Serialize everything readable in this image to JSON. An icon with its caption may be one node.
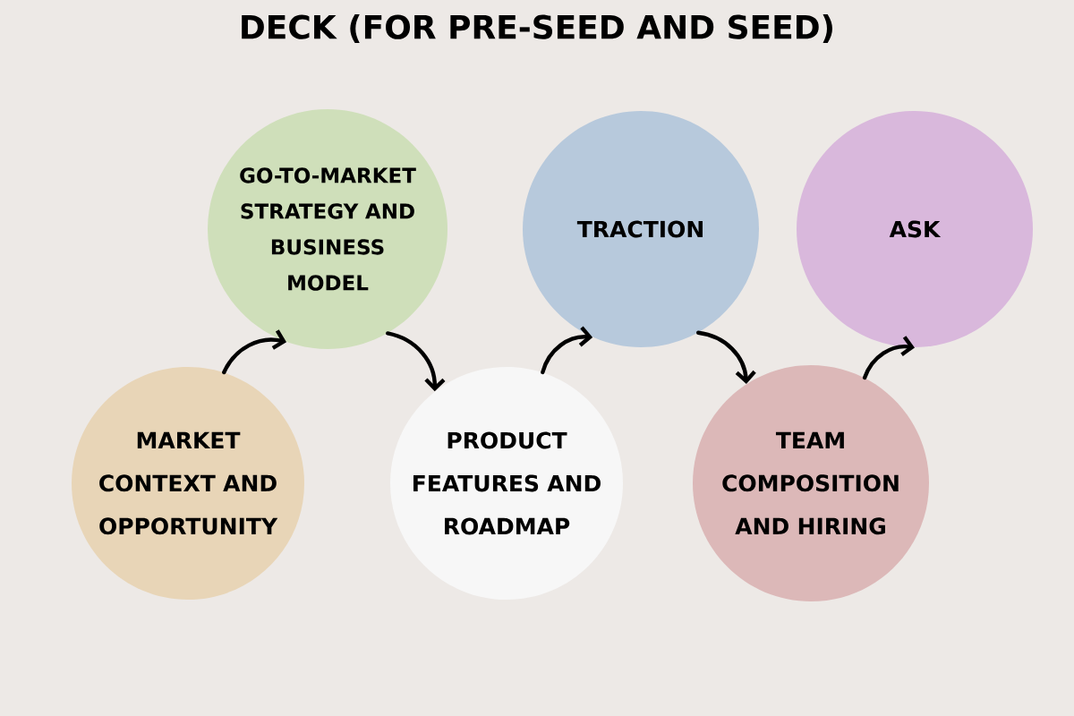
{
  "diagram": {
    "title": "DECK (FOR PRE-SEED AND SEED)",
    "nodes": [
      {
        "text": [
          "MARKET CONTEXT AND OPPORTUNITY"
        ]
      },
      {
        "text": [
          "GO-TO-MARKET STRATEGY AND BUSINESS MODEL"
        ]
      },
      {
        "text": [
          "PRODUCT FEATURES AND ROADMAP"
        ]
      },
      {
        "text": [
          "TRACTION"
        ]
      },
      {
        "text": [
          "TEAM COMPOSITION AND HIRING"
        ]
      },
      {
        "text": [
          "ASK"
        ]
      }
    ],
    "edges": [
      {
        "from": 0,
        "to": 1,
        "arrow": "to"
      },
      {
        "from": 1,
        "to": 2,
        "arrow": "to"
      },
      {
        "from": 2,
        "to": 3,
        "arrow": "to"
      },
      {
        "from": 3,
        "to": 4,
        "arrow": "to"
      },
      {
        "from": 4,
        "to": 5,
        "arrow": "to"
      }
    ]
  }
}
